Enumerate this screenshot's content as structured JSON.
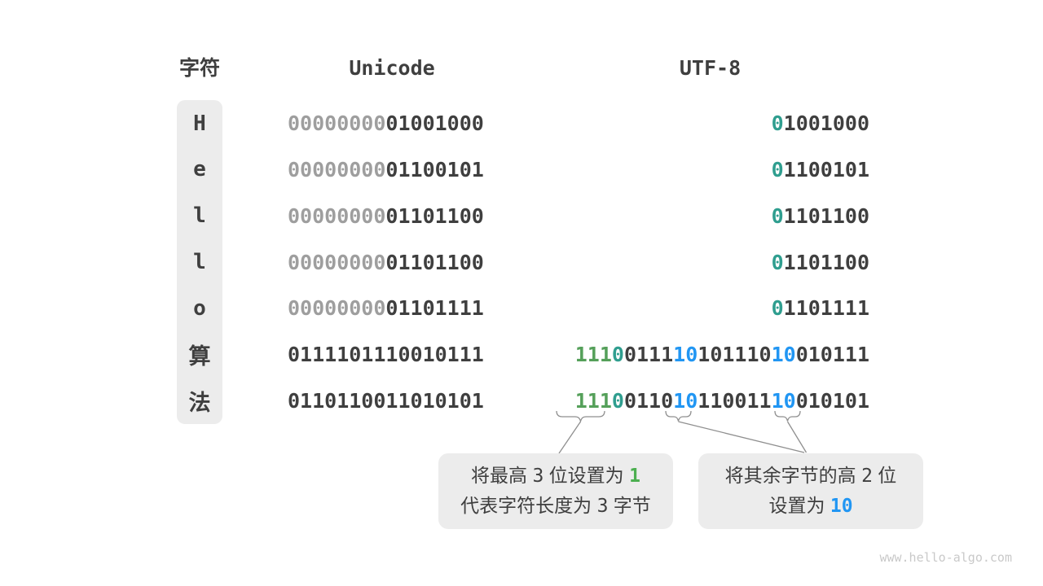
{
  "headers": {
    "char": "字符",
    "unicode": "Unicode",
    "utf8": "UTF-8"
  },
  "colors": {
    "dark": "#3f3f3f",
    "gray": "#9e9e9e",
    "teal": "#2f9e8f",
    "greenBits": "#55a05a",
    "blueBits": "#2196f3",
    "greenLabel": "#4caf50",
    "blueLabel": "#2196f3",
    "boxBg": "#ececec",
    "line": "#8f8f8f",
    "watermark": "#c9c9c9"
  },
  "rows": [
    {
      "char": "H",
      "unicode": [
        [
          {
            "t": "00000000",
            "c": "gray"
          }
        ],
        [
          {
            "t": "01001000",
            "c": "dark"
          }
        ]
      ],
      "utf8": [
        [
          {
            "t": "0",
            "c": "teal"
          },
          {
            "t": "1001000",
            "c": "dark"
          }
        ]
      ]
    },
    {
      "char": "e",
      "unicode": [
        [
          {
            "t": "00000000",
            "c": "gray"
          }
        ],
        [
          {
            "t": "01100101",
            "c": "dark"
          }
        ]
      ],
      "utf8": [
        [
          {
            "t": "0",
            "c": "teal"
          },
          {
            "t": "1100101",
            "c": "dark"
          }
        ]
      ]
    },
    {
      "char": "l",
      "unicode": [
        [
          {
            "t": "00000000",
            "c": "gray"
          }
        ],
        [
          {
            "t": "01101100",
            "c": "dark"
          }
        ]
      ],
      "utf8": [
        [
          {
            "t": "0",
            "c": "teal"
          },
          {
            "t": "1101100",
            "c": "dark"
          }
        ]
      ]
    },
    {
      "char": "l",
      "unicode": [
        [
          {
            "t": "00000000",
            "c": "gray"
          }
        ],
        [
          {
            "t": "01101100",
            "c": "dark"
          }
        ]
      ],
      "utf8": [
        [
          {
            "t": "0",
            "c": "teal"
          },
          {
            "t": "1101100",
            "c": "dark"
          }
        ]
      ]
    },
    {
      "char": "o",
      "unicode": [
        [
          {
            "t": "00000000",
            "c": "gray"
          }
        ],
        [
          {
            "t": "01101111",
            "c": "dark"
          }
        ]
      ],
      "utf8": [
        [
          {
            "t": "0",
            "c": "teal"
          },
          {
            "t": "1101111",
            "c": "dark"
          }
        ]
      ]
    },
    {
      "char": "算",
      "unicode": [
        [
          {
            "t": "01111011",
            "c": "dark"
          }
        ],
        [
          {
            "t": "10010111",
            "c": "dark"
          }
        ]
      ],
      "utf8": [
        [
          {
            "t": "111",
            "c": "green"
          },
          {
            "t": "0",
            "c": "teal"
          },
          {
            "t": "0111",
            "c": "dark"
          }
        ],
        [
          {
            "t": "10",
            "c": "blue"
          },
          {
            "t": "101110",
            "c": "dark"
          }
        ],
        [
          {
            "t": "10",
            "c": "blue"
          },
          {
            "t": "010111",
            "c": "dark"
          }
        ]
      ]
    },
    {
      "char": "法",
      "unicode": [
        [
          {
            "t": "01101100",
            "c": "dark"
          }
        ],
        [
          {
            "t": "11010101",
            "c": "dark"
          }
        ]
      ],
      "utf8": [
        [
          {
            "t": "111",
            "c": "green"
          },
          {
            "t": "0",
            "c": "teal"
          },
          {
            "t": "0110",
            "c": "dark"
          }
        ],
        [
          {
            "t": "10",
            "c": "blue"
          },
          {
            "t": "110011",
            "c": "dark"
          }
        ],
        [
          {
            "t": "10",
            "c": "blue"
          },
          {
            "t": "010101",
            "c": "dark"
          }
        ]
      ]
    }
  ],
  "annotations": {
    "left": {
      "lines": [
        [
          {
            "t": "将最高 ",
            "c": "dark"
          },
          {
            "t": "3",
            "c": "dark",
            "mono": true
          },
          {
            "t": " 位设置为 ",
            "c": "dark"
          },
          {
            "t": "1",
            "c": "greenLabel",
            "mono": true,
            "b": true
          }
        ],
        [
          {
            "t": "代表字符长度为 ",
            "c": "dark"
          },
          {
            "t": "3",
            "c": "dark",
            "mono": true
          },
          {
            "t": " 字节",
            "c": "dark"
          }
        ]
      ]
    },
    "right": {
      "lines": [
        [
          {
            "t": "将其余字节的高 ",
            "c": "dark"
          },
          {
            "t": "2",
            "c": "dark",
            "mono": true
          },
          {
            "t": " 位",
            "c": "dark"
          }
        ],
        [
          {
            "t": "设置为 ",
            "c": "dark"
          },
          {
            "t": "10",
            "c": "blueLabel",
            "mono": true,
            "b": true
          }
        ]
      ]
    }
  },
  "watermark": "www.hello-algo.com"
}
